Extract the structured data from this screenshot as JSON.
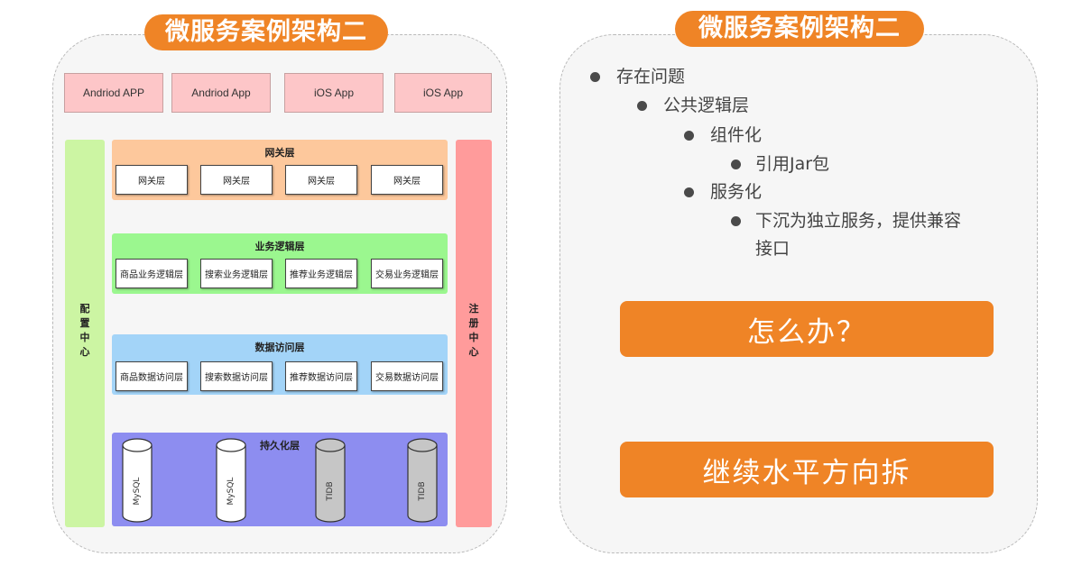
{
  "left_panel": {
    "title": "微服务案例架构二",
    "apps": [
      "Andriod APP",
      "Andriod App",
      "iOS App",
      "iOS App"
    ],
    "config_center": "配置中心",
    "registry_center": "注册中心",
    "gateway_layer": {
      "title": "网关层",
      "items": [
        "网关层",
        "网关层",
        "网关层",
        "网关层"
      ]
    },
    "business_layer": {
      "title": "业务逻辑层",
      "items": [
        "商品业务逻辑层",
        "搜索业务逻辑层",
        "推荐业务逻辑层",
        "交易业务逻辑层"
      ]
    },
    "data_access_layer": {
      "title": "数据访问层",
      "items": [
        "商品数据访问层",
        "搜索数据访问层",
        "推荐数据访问层",
        "交易数据访问层"
      ]
    },
    "persistence_layer": {
      "title": "持久化层",
      "dbs": [
        "MySQL",
        "MySQL",
        "TIDB",
        "TIDB"
      ]
    }
  },
  "right_panel": {
    "title": "微服务案例架构二",
    "bullets": {
      "l1": "存在问题",
      "l2": "公共逻辑层",
      "l3a": "组件化",
      "l4a": "引用Jar包",
      "l3b": "服务化",
      "l4b_line1": "下沉为独立服务，提供兼容",
      "l4b_line2": "接口"
    },
    "button1": "怎么办？",
    "button2": "继续水平方向拆"
  },
  "colors": {
    "accent": "#ef8426",
    "app_box": "#fdc6c8",
    "config": "#ccf5a3",
    "registry": "#ff9b9b",
    "gateway": "#fdc89c",
    "business": "#9bf78f",
    "data_access": "#a3d4f8",
    "persistence": "#8d8df0"
  }
}
